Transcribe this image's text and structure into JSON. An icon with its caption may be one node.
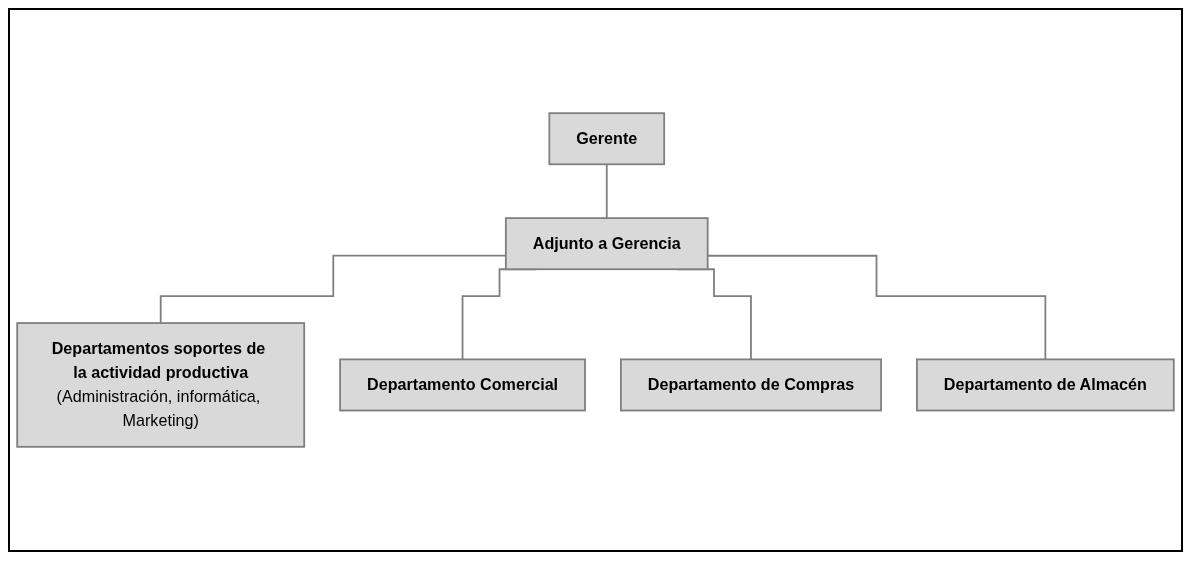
{
  "diagram": {
    "nodes": [
      {
        "text": [
          "Gerente"
        ]
      },
      {
        "text": [
          "Adjunto a Gerencia"
        ]
      },
      {
        "text": [
          "Departamentos soportes de la actividad productiva",
          "(Administración, informática, Marketing)"
        ]
      },
      {
        "text": [
          "Departamento Comercial"
        ]
      },
      {
        "text": [
          "Departamento de Compras"
        ]
      },
      {
        "text": [
          "Departamento de Almacén"
        ]
      }
    ],
    "edges": [
      {
        "from": 0,
        "to": 1,
        "arrow": "none"
      },
      {
        "from": 1,
        "to": 2,
        "arrow": "none"
      },
      {
        "from": 1,
        "to": 3,
        "arrow": "none"
      },
      {
        "from": 1,
        "to": 4,
        "arrow": "none"
      },
      {
        "from": 1,
        "to": 5,
        "arrow": "none"
      }
    ]
  }
}
